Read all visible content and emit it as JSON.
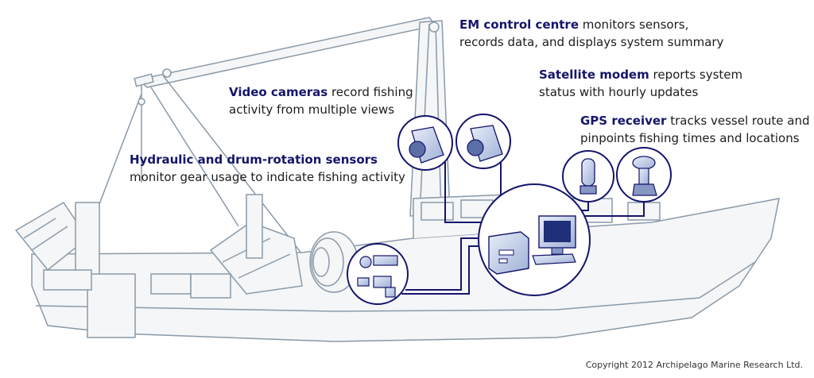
{
  "callouts": {
    "em": {
      "title": "EM control centre",
      "rest": " monitors sensors,",
      "line2": "records data, and displays system summary"
    },
    "satellite": {
      "title": "Satellite modem",
      "rest": " reports system",
      "line2": "status with hourly updates"
    },
    "video": {
      "title": "Video cameras",
      "rest": " record fishing",
      "line2": "activity from multiple views"
    },
    "gps": {
      "title": "GPS receiver",
      "rest": " tracks vessel route and",
      "line2": "pinpoints fishing times and locations"
    },
    "hydraulic": {
      "title": "Hydraulic and drum-rotation sensors",
      "line2": "monitor gear usage to indicate fishing activity"
    }
  },
  "copyright": "Copyright 2012 Archipelago Marine Research Ltd.",
  "colors": {
    "accent": "#15156b",
    "hull_line": "#8a9aa8",
    "hull_fill": "#f4f6f8",
    "equipment_fill": "#dfe6f4"
  }
}
